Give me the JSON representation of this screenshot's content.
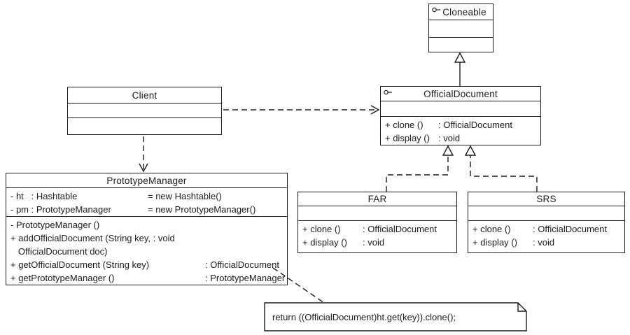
{
  "diagram": {
    "title": "Prototype pattern UML class diagram",
    "colors": {
      "stroke": "#1c1c1c",
      "background": "#ffffff"
    },
    "icons": {
      "interface_lollipop": "o-"
    },
    "classes": {
      "cloneable": {
        "name": "Cloneable"
      },
      "client": {
        "name": "Client"
      },
      "official_document": {
        "name": "OfficialDocument",
        "operations": [
          {
            "sig": "+ clone ()",
            "typ": ": OfficialDocument"
          },
          {
            "sig": "+ display ()",
            "typ": ": void"
          }
        ]
      },
      "prototype_manager": {
        "name": "PrototypeManager",
        "attributes": [
          {
            "sig": "- ht   : Hashtable",
            "typ": "= new Hashtable()"
          },
          {
            "sig": "- pm : PrototypeManager",
            "typ": "= new PrototypeManager()"
          }
        ],
        "operations": [
          {
            "sig": "- PrototypeManager ()",
            "typ": ""
          },
          {
            "sig": "+ addOfficialDocument (String key,",
            "typ": " : void"
          },
          {
            "sig": "   OfficialDocument doc)",
            "typ": ""
          },
          {
            "sig": "+ getOfficialDocument (String key)",
            "typ": ": OfficialDocument"
          },
          {
            "sig": "+ getPrototypeManager ()",
            "typ": ": PrototypeManager"
          }
        ]
      },
      "far": {
        "name": "FAR",
        "operations": [
          {
            "sig": "+ clone ()",
            "typ": ": OfficialDocument"
          },
          {
            "sig": "+ display ()",
            "typ": ": void"
          }
        ]
      },
      "srs": {
        "name": "SRS",
        "operations": [
          {
            "sig": "+ clone ()",
            "typ": ": OfficialDocument"
          },
          {
            "sig": "+ display ()",
            "typ": ": void"
          }
        ]
      }
    },
    "note": {
      "text": "return ((OfficialDocument)ht.get(key)).clone();"
    }
  }
}
